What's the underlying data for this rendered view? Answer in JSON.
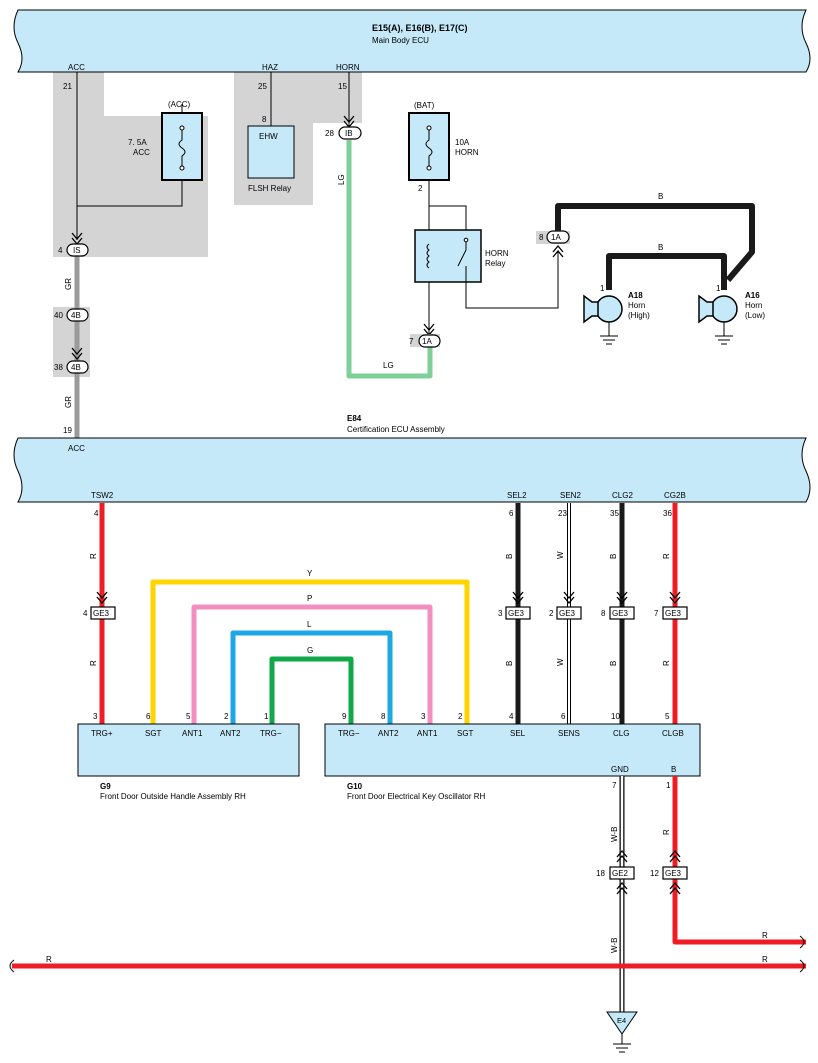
{
  "main_body_ecu": {
    "codes": "E15(A), E16(B), E17(C)",
    "name": "Main Body ECU"
  },
  "main_pins": {
    "acc": {
      "label": "ACC",
      "num": "21"
    },
    "haz": {
      "label": "HAZ",
      "num": "25"
    },
    "horn": {
      "label": "HORN",
      "num": "15"
    }
  },
  "acc_fuse": {
    "source": "(ACC)",
    "rating": "7. 5A",
    "name": "ACC"
  },
  "horn_fuse": {
    "source": "(BAT)",
    "rating": "10A",
    "name": "HORN",
    "out_pin": "2"
  },
  "flsh_relay": {
    "chip": "EHW",
    "pin": "8",
    "name": "FLSH Relay"
  },
  "horn_relay": {
    "name_line1": "HORN",
    "name_line2": "Relay"
  },
  "horn_high": {
    "code": "A18",
    "line1": "Horn",
    "line2": "(High)",
    "pin": "1"
  },
  "horn_low": {
    "code": "A16",
    "line1": "Horn",
    "line2": "(Low)",
    "pin": "1"
  },
  "inline_connectors": {
    "ib": {
      "num": "28",
      "code": "IB"
    },
    "is": {
      "num": "4",
      "code": "IS"
    },
    "b4_top": {
      "num": "40",
      "code": "4B"
    },
    "b4_bottom": {
      "num": "38",
      "code": "4B"
    },
    "a1_relay": {
      "num": "7",
      "code": "1A"
    },
    "a1_horn": {
      "num": "8",
      "code": "1A"
    },
    "ge3_tsw2": {
      "num": "4",
      "code": "GE3"
    },
    "ge3_sel2": {
      "num": "3",
      "code": "GE3"
    },
    "ge3_sen2": {
      "num": "2",
      "code": "GE3"
    },
    "ge3_clg2": {
      "num": "8",
      "code": "GE3"
    },
    "ge3_cg2b": {
      "num": "7",
      "code": "GE3"
    },
    "ge2_gnd": {
      "num": "18",
      "code": "GE2"
    },
    "ge3_b": {
      "num": "12",
      "code": "GE3"
    }
  },
  "wire_colors": {
    "lg": "LG",
    "gr": "GR",
    "b": "B",
    "r": "R",
    "w": "W",
    "y": "Y",
    "p": "P",
    "l": "L",
    "g": "G",
    "wb": "W-B"
  },
  "cert_ecu": {
    "code": "E84",
    "name": "Certification ECU Assembly"
  },
  "cert_pins": {
    "acc": {
      "label": "ACC",
      "num": "19"
    },
    "tsw2": {
      "label": "TSW2",
      "num": "4"
    },
    "sel2": {
      "label": "SEL2",
      "num": "6"
    },
    "sen2": {
      "label": "SEN2",
      "num": "23"
    },
    "clg2": {
      "label": "CLG2",
      "num": "35"
    },
    "cg2b": {
      "label": "CG2B",
      "num": "36"
    }
  },
  "g9": {
    "code": "G9",
    "name": "Front Door Outside Handle Assembly RH",
    "pins": [
      {
        "label": "TRG+",
        "num": "3"
      },
      {
        "label": "SGT",
        "num": "6"
      },
      {
        "label": "ANT1",
        "num": "5"
      },
      {
        "label": "ANT2",
        "num": "2"
      },
      {
        "label": "TRG−",
        "num": "1"
      }
    ]
  },
  "g10": {
    "code": "G10",
    "name": "Front Door Electrical Key Oscillator RH",
    "pins": [
      {
        "label": "TRG−",
        "num": "9"
      },
      {
        "label": "ANT2",
        "num": "8"
      },
      {
        "label": "ANT1",
        "num": "3"
      },
      {
        "label": "SGT",
        "num": "2"
      },
      {
        "label": "SEL",
        "num": "4"
      },
      {
        "label": "SENS",
        "num": "6"
      },
      {
        "label": "CLG",
        "num": "10"
      },
      {
        "label": "CLGB",
        "num": "5"
      }
    ],
    "gnd": {
      "label": "GND",
      "num": "7"
    },
    "b": {
      "label": "B",
      "num": "1"
    }
  },
  "ground": {
    "code": "E4"
  },
  "colors": {
    "ecu_fill": "#c5e9f9",
    "harness_grey": "#d4d4d4",
    "wire_lg": "#80cf9a",
    "wire_gr": "#9a9a9a",
    "wire_r": "#ee1d24",
    "wire_b": "#1a1a1a",
    "wire_y": "#ffd500",
    "wire_p": "#f08fc0",
    "wire_l": "#1ea7e1",
    "wire_g": "#11a84a"
  }
}
